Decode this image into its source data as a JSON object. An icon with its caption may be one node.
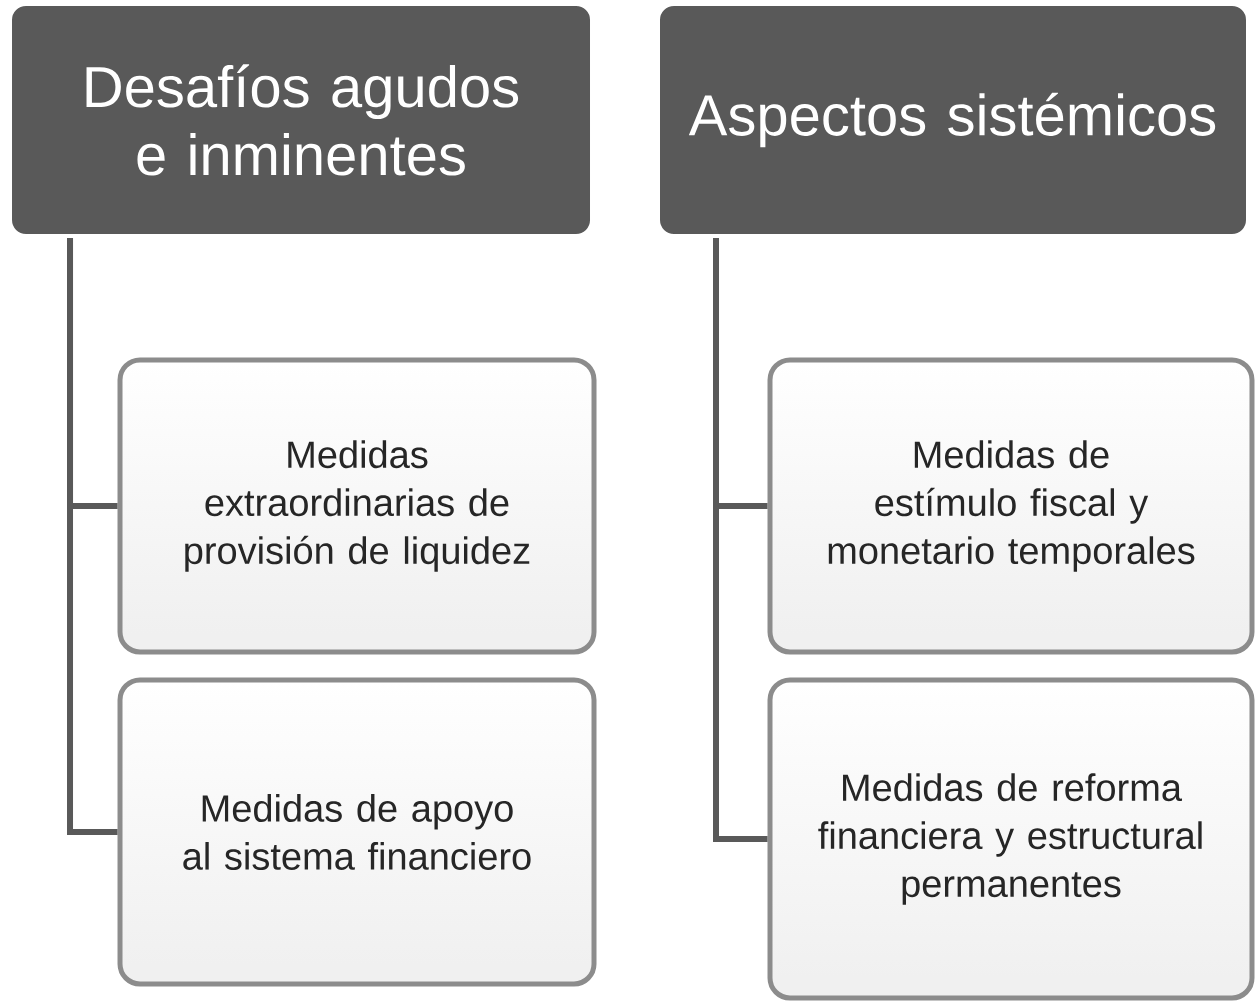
{
  "diagram": {
    "nodes": [
      {
        "text": [
          "Desafíos agudos e inminentes"
        ]
      },
      {
        "text": [
          "Medidas extraordinarias de provisión de liquidez"
        ]
      },
      {
        "text": [
          "Medidas de apoyo al sistema financiero"
        ]
      },
      {
        "text": [
          "Aspectos sistémicos"
        ]
      },
      {
        "text": [
          "Medidas de estímulo fiscal y monetario temporales"
        ]
      },
      {
        "text": [
          "Medidas de reforma financiera y estructural permanentes"
        ]
      }
    ],
    "edges": [
      {
        "from": 0,
        "to": 1,
        "arrow": "none"
      },
      {
        "from": 0,
        "to": 2,
        "arrow": "none"
      },
      {
        "from": 3,
        "to": 4,
        "arrow": "none"
      },
      {
        "from": 3,
        "to": 5,
        "arrow": "none"
      }
    ]
  }
}
